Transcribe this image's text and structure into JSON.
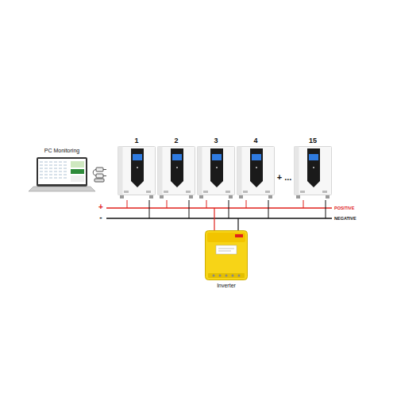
{
  "diagram": {
    "nodes": [
      {
        "text": [
          "PC Monitoring"
        ]
      },
      {
        "text": [
          "1"
        ]
      },
      {
        "text": [
          "2"
        ]
      },
      {
        "text": [
          "3"
        ]
      },
      {
        "text": [
          "4"
        ]
      },
      {
        "text": [
          "15"
        ]
      },
      {
        "text": [
          "Inverter"
        ]
      }
    ],
    "labels": [
      "+",
      "-",
      "POSITIVE",
      "NEGATIVE",
      "+ ..."
    ]
  }
}
